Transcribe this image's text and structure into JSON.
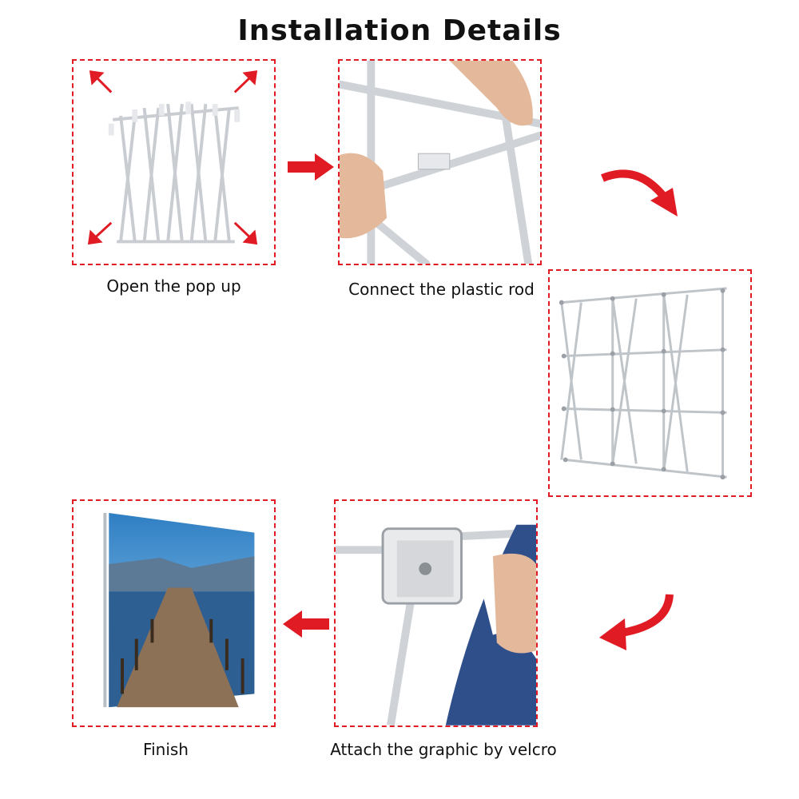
{
  "title": "Installation Details",
  "steps": [
    {
      "caption": "Open the pop up"
    },
    {
      "caption": "Connect the plastic rod"
    },
    {
      "caption": ""
    },
    {
      "caption": "Attach the graphic by velcro"
    },
    {
      "caption": "Finish"
    }
  ],
  "colors": {
    "accent": "#e01b24",
    "frame": "#c9cdd2",
    "fabric": "#2f4f8a",
    "sky": "#3b8fd0"
  },
  "icons": [
    "expand-arrow-icon",
    "flow-arrow-icon",
    "curved-arrow-icon"
  ]
}
